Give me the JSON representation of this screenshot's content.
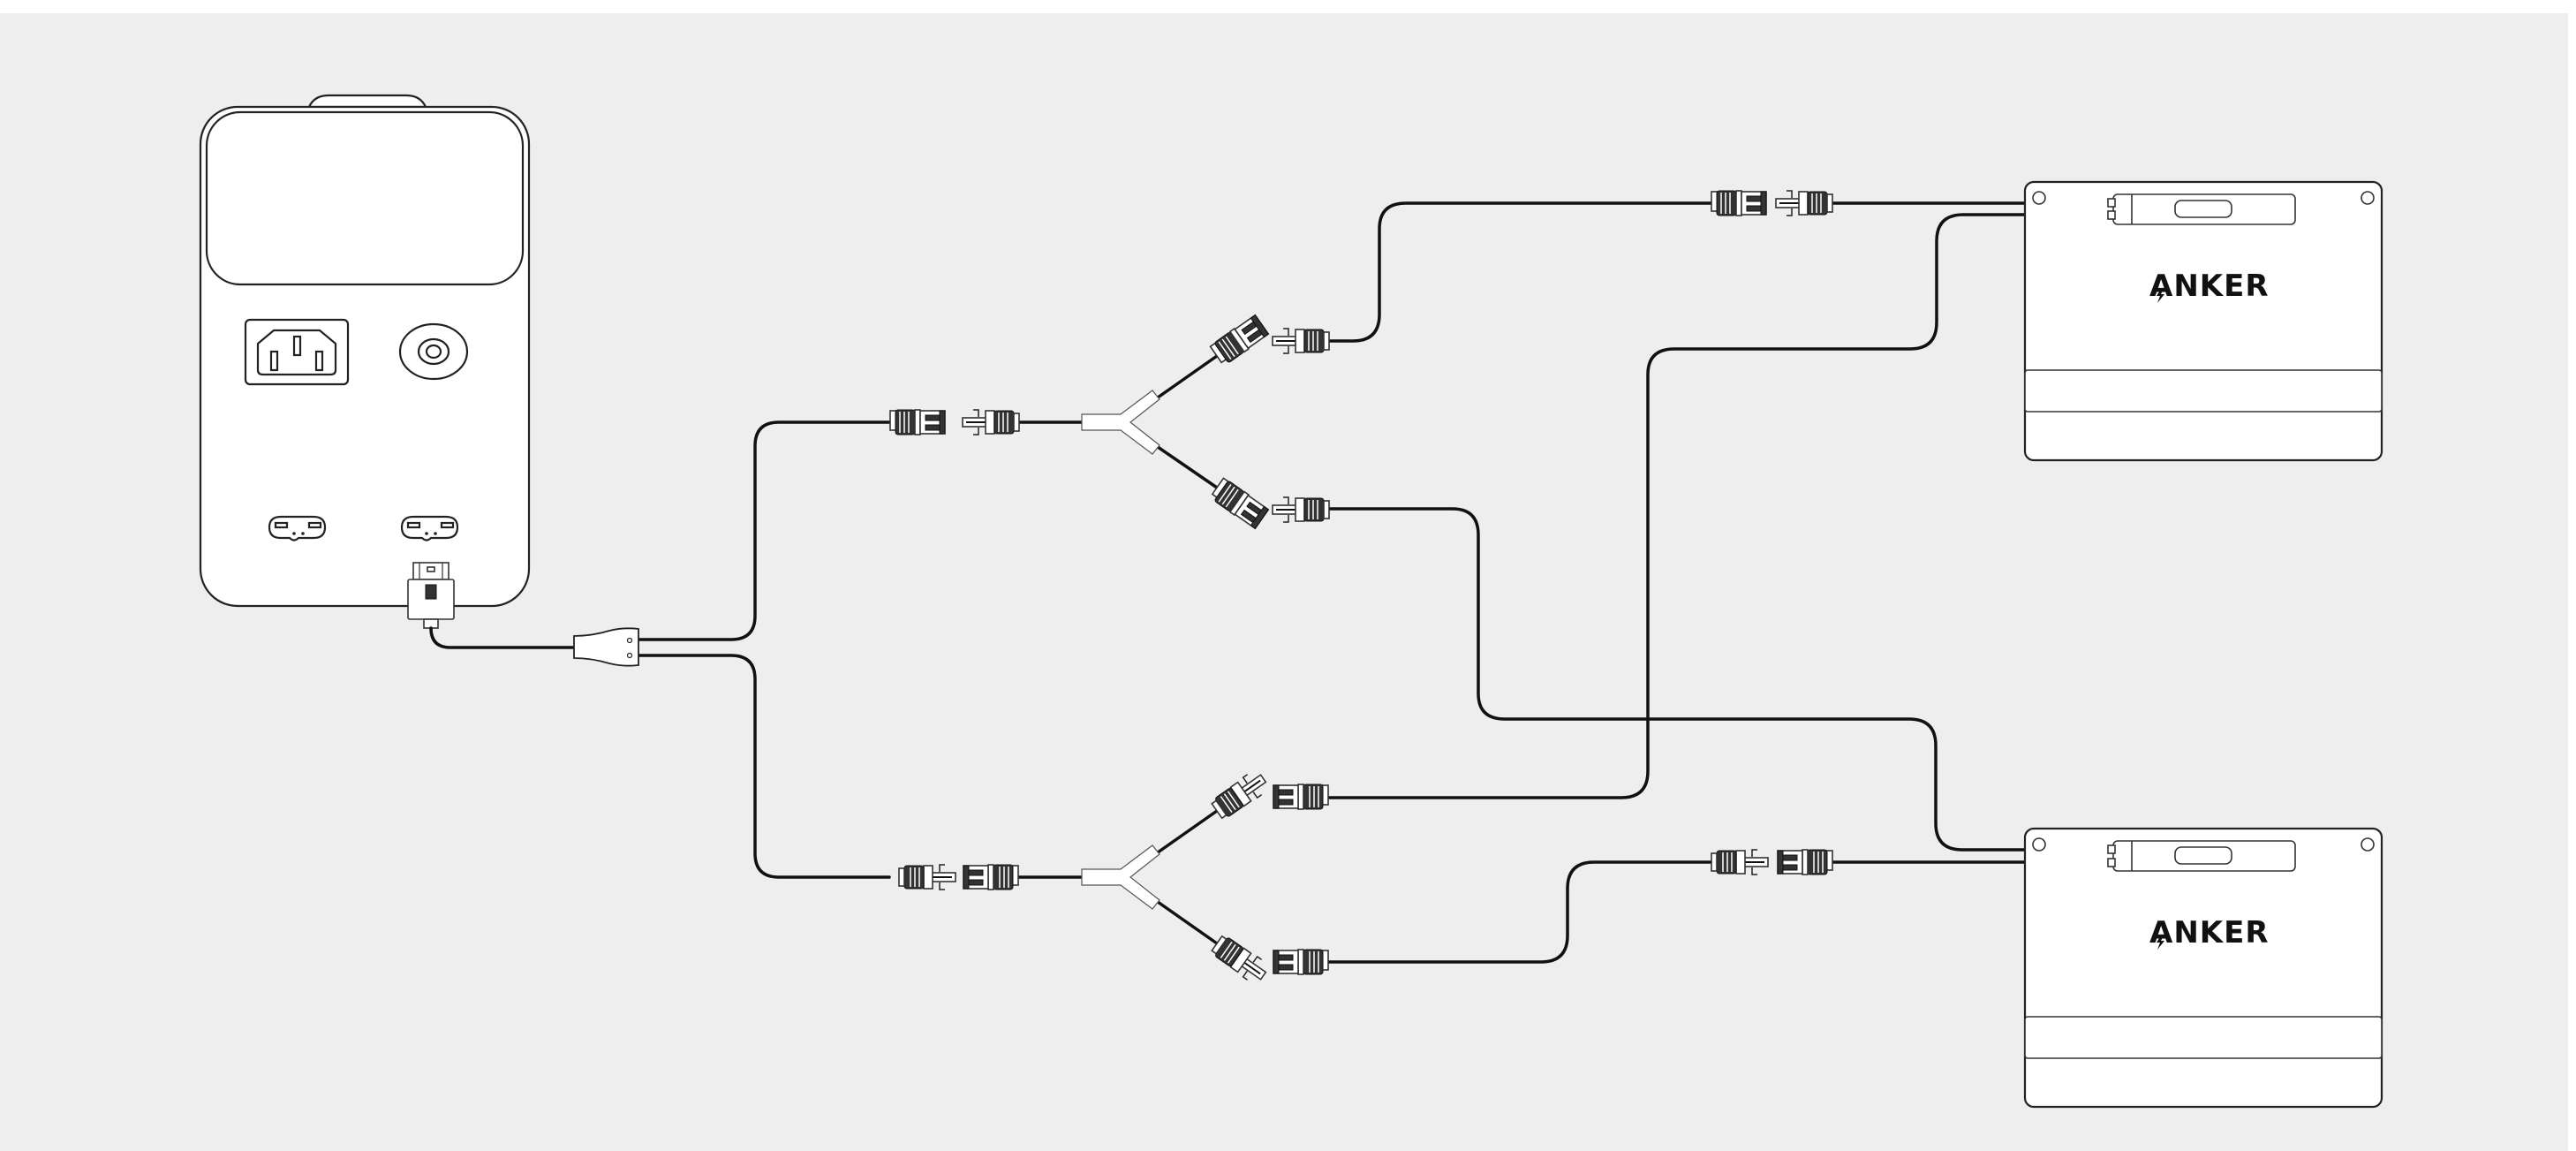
{
  "diagram": {
    "title": "Power station connected to two ANKER solar panels via parallel Y-branch cables",
    "background": "#eeeeee",
    "line_color": "#111111",
    "components": {
      "power_station": {
        "label": "Power station",
        "ports": [
          "ac-input-port",
          "dc-round-port",
          "usb-port-left",
          "usb-port-right",
          "solar-input-plug"
        ]
      },
      "input_splitter": {
        "label": "Input adapter splitter"
      },
      "y_branch_upper": {
        "label": "Upper Y-branch connector"
      },
      "y_branch_lower": {
        "label": "Lower Y-branch connector"
      },
      "solar_panels": [
        {
          "label": "Solar panel 1",
          "brand": "ANKER"
        },
        {
          "label": "Solar panel 2",
          "brand": "ANKER"
        }
      ]
    },
    "connectors": {
      "mc4_pairs_count": 8
    }
  }
}
